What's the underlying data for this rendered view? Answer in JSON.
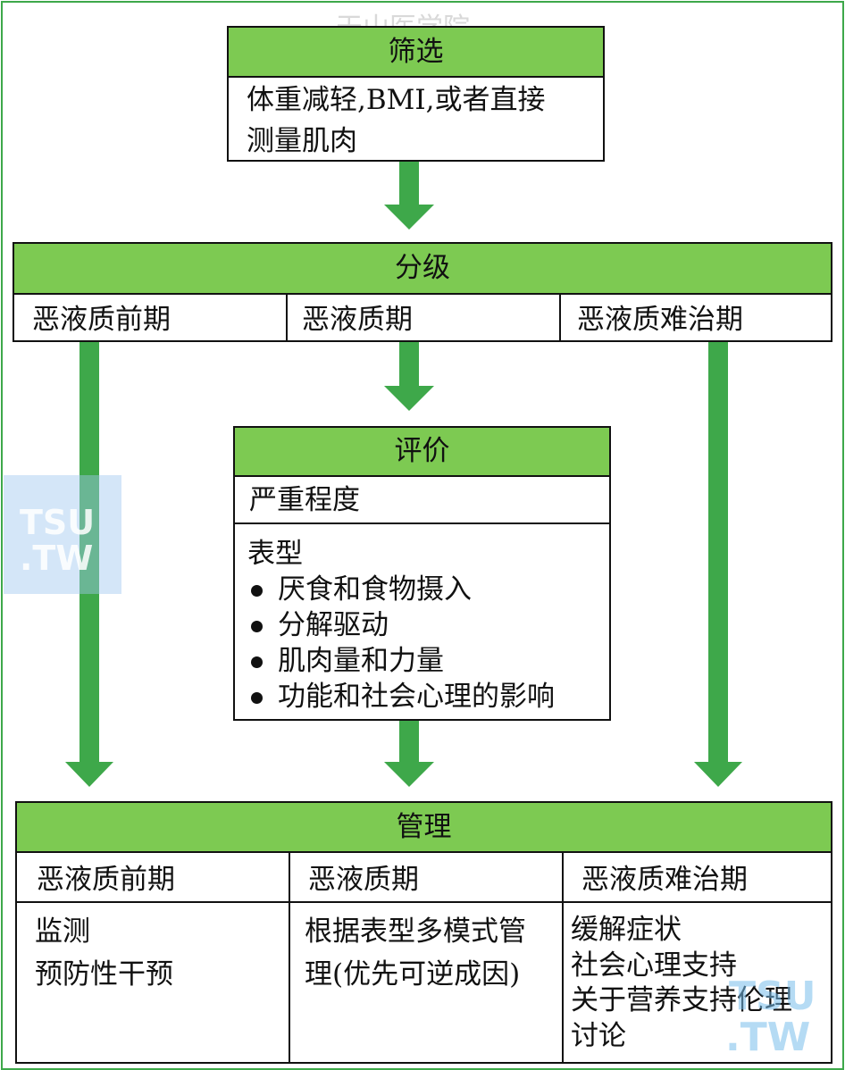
{
  "watermarks": {
    "top": "天山医学院",
    "left_line1": "TSU",
    "left_line2": ".TW",
    "right_line1": "TSU",
    "right_line2": ".TW"
  },
  "screening": {
    "title": "筛选",
    "line1": "体重减轻,BMI,或者直接",
    "line2": "测量肌肉"
  },
  "grading": {
    "title": "分级",
    "stages": [
      "恶液质前期",
      "恶液质期",
      "恶液质难治期"
    ]
  },
  "evaluation": {
    "title": "评价",
    "severity": "严重程度",
    "phenotype_label": "表型",
    "phenotype_items": [
      "厌食和食物摄入",
      "分解驱动",
      "肌肉量和力量",
      "功能和社会心理的影响"
    ]
  },
  "management": {
    "title": "管理",
    "stages": [
      "恶液质前期",
      "恶液质期",
      "恶液质难治期"
    ],
    "precachexia": [
      "监测",
      "预防性干预"
    ],
    "cachexia": [
      "根据表型多模式管",
      "理(优先可逆成因)"
    ],
    "refractory": [
      "缓解症状",
      "社会心理支持",
      "关于营养支持伦理",
      "讨论"
    ]
  },
  "colors": {
    "header_fill": "#7dca52",
    "arrow": "#3ea84a",
    "border": "#111111"
  }
}
